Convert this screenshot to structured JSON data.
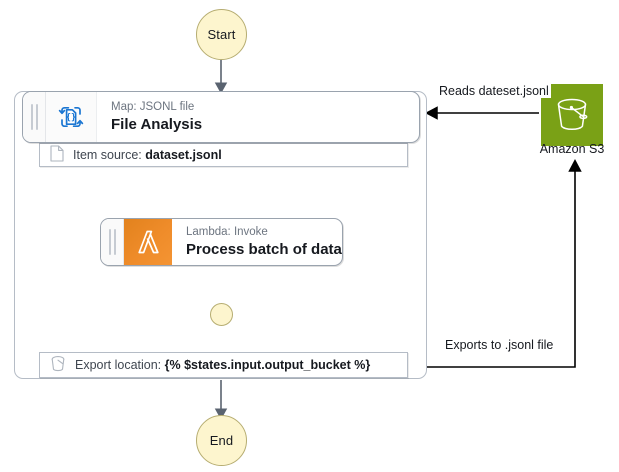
{
  "diagram": {
    "title": "AWS Step Functions state machine — distributed map over a JSONL file"
  },
  "nodes": {
    "start": {
      "label": "Start",
      "icon": "circle-terminal-icon",
      "fill": "#fdf5ce",
      "stroke": "#b6ad71"
    },
    "map_state": {
      "kicker": "Map: JSONL file",
      "title": "File Analysis",
      "icon": "map-jsonl-icon",
      "handle": "drag-handle-icon"
    },
    "item_source": {
      "icon": "document-icon",
      "label": "Item source:",
      "value": "dataset.jsonl"
    },
    "lambda_state": {
      "kicker": "Lambda: Invoke",
      "title": "Process batch of data",
      "icon": "aws-lambda-icon",
      "icon_color_from": "#e2821d",
      "icon_color_to": "#f49433",
      "handle": "drag-handle-icon"
    },
    "map_end": {
      "label": "",
      "icon": "small-circle-terminal-icon",
      "fill": "#fdf5ce",
      "stroke": "#b6ad71"
    },
    "export_location": {
      "icon": "bucket-icon",
      "label": "Export location:",
      "value": "{% $states.input.output_bucket %}"
    },
    "end": {
      "label": "End",
      "icon": "circle-terminal-icon",
      "fill": "#fdf5ce",
      "stroke": "#b6ad71"
    },
    "s3": {
      "label": "Amazon S3",
      "icon": "amazon-s3-bucket-icon",
      "color": "#7aa116"
    }
  },
  "edges": {
    "reads": {
      "label": "Reads dateset.jsonl",
      "color": "#000000"
    },
    "exports": {
      "label": "Exports to .jsonl file",
      "color": "#000000"
    },
    "flow_color": "#5a6370"
  }
}
